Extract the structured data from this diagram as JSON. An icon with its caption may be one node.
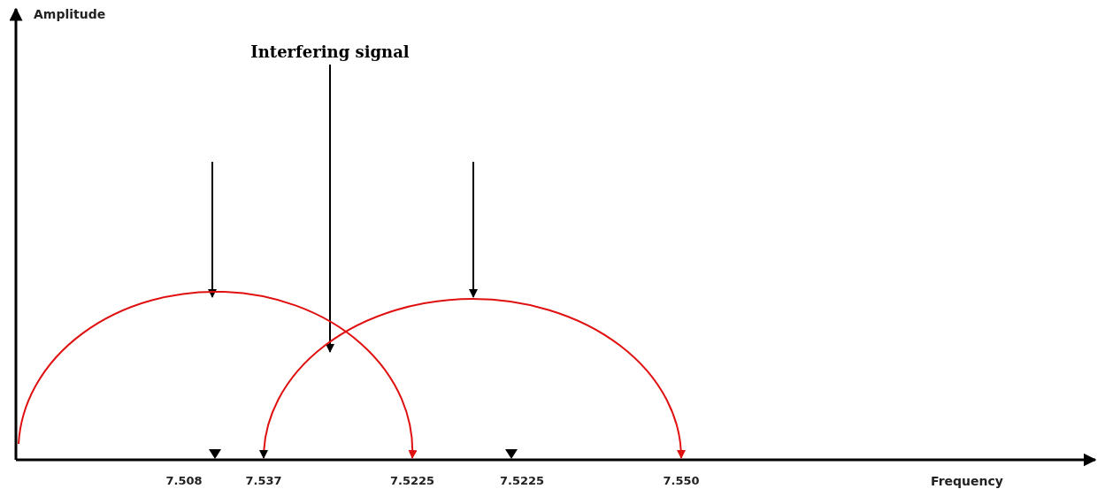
{
  "diagram": {
    "nodes": [
      {
        "text": [
          "Interfering signal"
        ]
      },
      {
        "text": [
          "7.508"
        ]
      },
      {
        "text": [
          "7.537"
        ]
      },
      {
        "text": [
          "7.5225"
        ]
      },
      {
        "text": [
          "7.5225"
        ]
      },
      {
        "text": [
          "7.550"
        ]
      }
    ],
    "edges": [
      {
        "from": 0,
        "to": null,
        "arrow": "to",
        "color": "#000000"
      },
      {
        "from": null,
        "to": 3,
        "arrow": "to",
        "color": "#e01010"
      },
      {
        "from": 2,
        "to": 5,
        "arrow": "both",
        "color": "#e01010"
      }
    ],
    "labels": [
      "Amplitude",
      "Frequency"
    ]
  }
}
